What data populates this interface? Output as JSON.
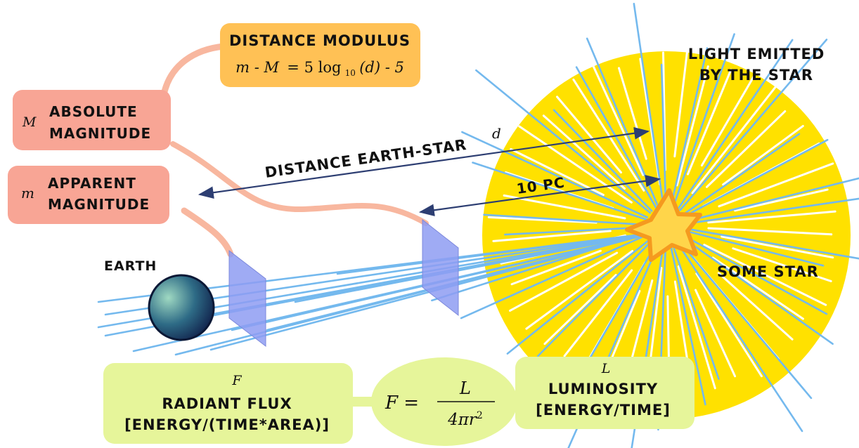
{
  "distance_modulus": {
    "title": "DISTANCE MODULUS",
    "formula_lhs": "m - M",
    "formula_eq": "= 5 log",
    "formula_sub": "10",
    "formula_rhs": "(d) - 5"
  },
  "absolute": {
    "symbol": "M",
    "line1": "ABSOLUTE",
    "line2": "MAGNITUDE"
  },
  "apparent": {
    "symbol": "m",
    "line1": "APPARENT",
    "line2": "MAGNITUDE"
  },
  "earth_label": "EARTH",
  "star_label": "SOME STAR",
  "light_label": {
    "line1": "LIGHT EMITTED",
    "line2": "BY THE STAR"
  },
  "distance_label": "DISTANCE EARTH-STAR",
  "distance_symbol": "d",
  "ten_pc_label": "10 PC",
  "flux": {
    "symbol": "F",
    "line1": "RADIANT FLUX",
    "line2": "[ENERGY/(TIME*AREA)]"
  },
  "formula": {
    "lhs": "F =",
    "num": "L",
    "den_a": "4πr",
    "den_exp": "2"
  },
  "luminosity": {
    "symbol": "L",
    "line1": "LUMINOSITY",
    "line2": "[ENERGY/TIME]"
  },
  "colors": {
    "glow": "#FFE100",
    "ray": "#74B9EE",
    "modulus_box": "#FFC155",
    "magnitude_box": "#F8A595",
    "flux_box": "#E6F59A",
    "arrow": "#2D3E72",
    "detector": "#8E9CF2"
  }
}
